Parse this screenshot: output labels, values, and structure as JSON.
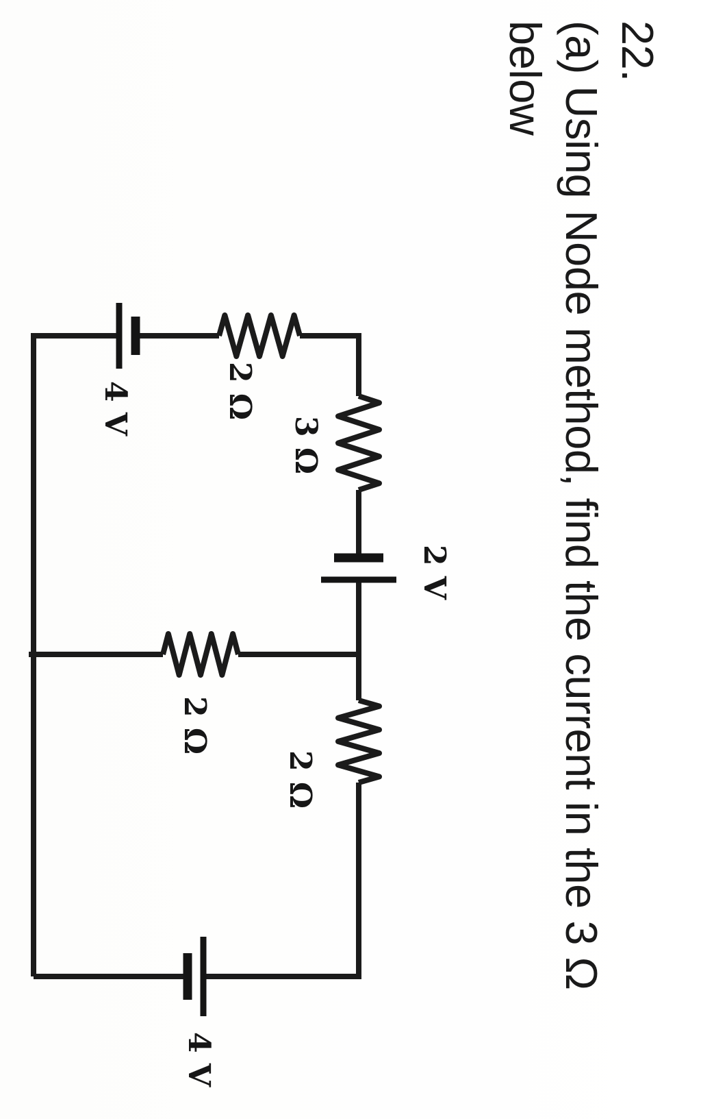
{
  "page": {
    "ink_color": "#1b1b1b",
    "paper_color": "#ffffff"
  },
  "problem": {
    "number": "22.",
    "line1": "(a) Using Node method, find the current in the 3 Ω",
    "line2": "below"
  },
  "circuit": {
    "labels": {
      "source_left": "4 V",
      "resistor_left": "2 Ω",
      "resistor_3ohm": "3 Ω",
      "source_mid": "2 V",
      "resistor_mid": "2 Ω",
      "resistor_right": "2 Ω",
      "source_right": "4 V"
    }
  }
}
